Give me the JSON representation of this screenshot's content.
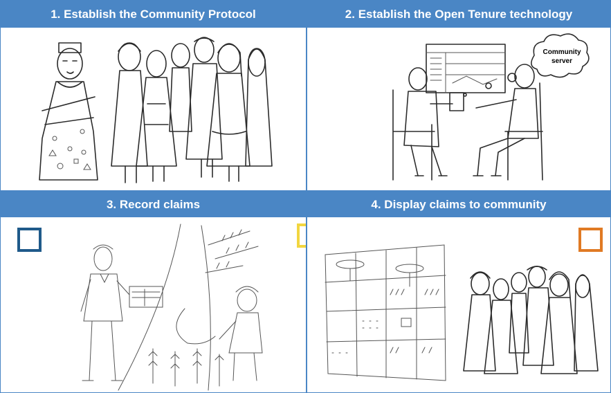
{
  "panels": [
    {
      "title": "1. Establish the Community Protocol"
    },
    {
      "title": "2. Establish the Open Tenure technology",
      "cloud_line1": "Community",
      "cloud_line2": "server"
    },
    {
      "title": "3. Record claims"
    },
    {
      "title": "4. Display claims to community"
    }
  ],
  "colors": {
    "header": "#4a86c5",
    "square_blue": "#1f5a8a",
    "square_yellow": "#f2d640",
    "square_orange": "#e07a24"
  }
}
